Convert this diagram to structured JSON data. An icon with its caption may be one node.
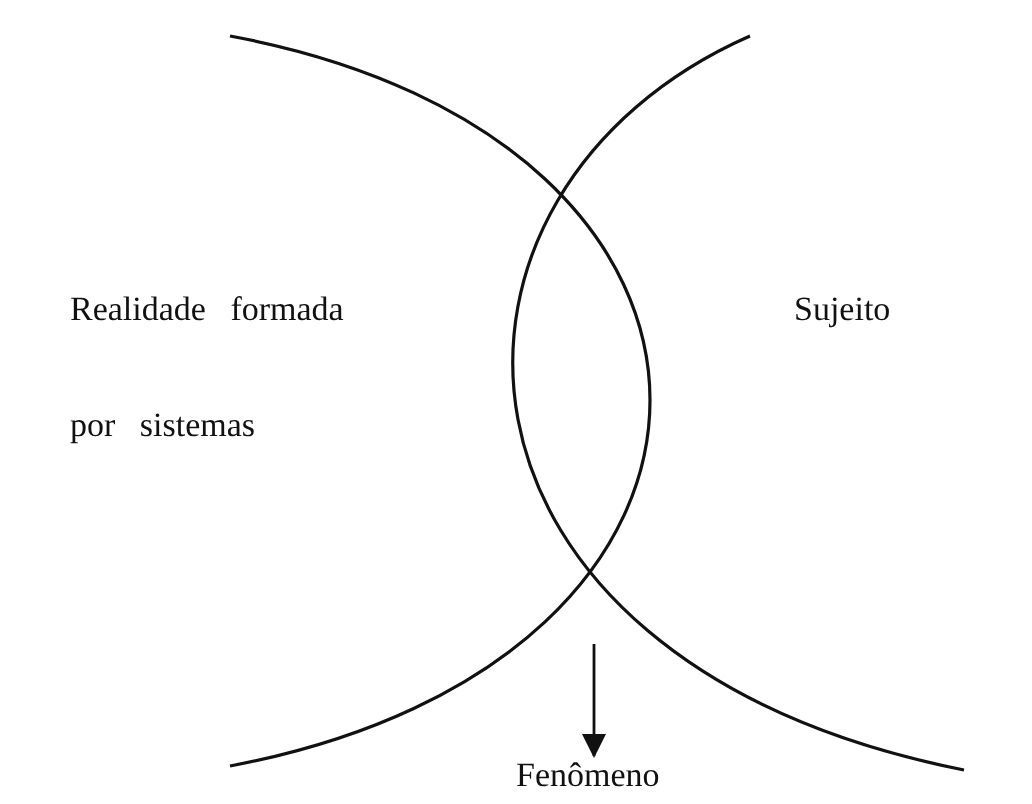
{
  "diagram": {
    "nodes": [
      {
        "text": [
          "Realidade formada por sistemas"
        ]
      },
      {
        "text": [
          "Sujeito"
        ]
      },
      {
        "text": [
          "Fenômeno"
        ]
      }
    ],
    "edges": [
      {
        "from": null,
        "to": 2,
        "arrow": "to"
      }
    ]
  }
}
